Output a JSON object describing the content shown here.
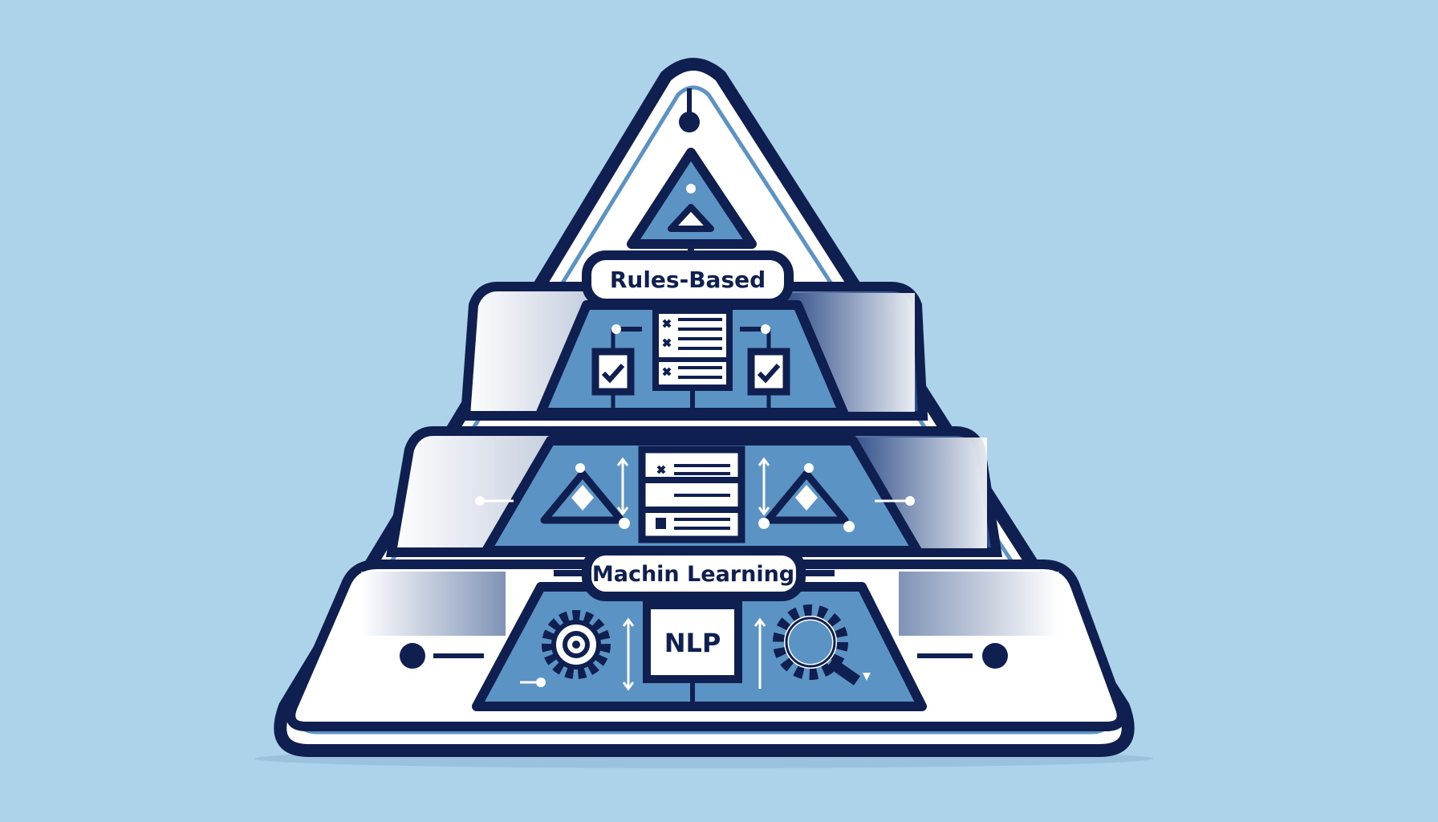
{
  "labels": {
    "top": "Rules-Based",
    "middle": "Machin Learning",
    "nlp": "NLP"
  },
  "colors": {
    "background": "#acd3ea",
    "navy": "#0f1f4f",
    "tier_blue": "#5b93c4",
    "white": "#ffffff"
  }
}
